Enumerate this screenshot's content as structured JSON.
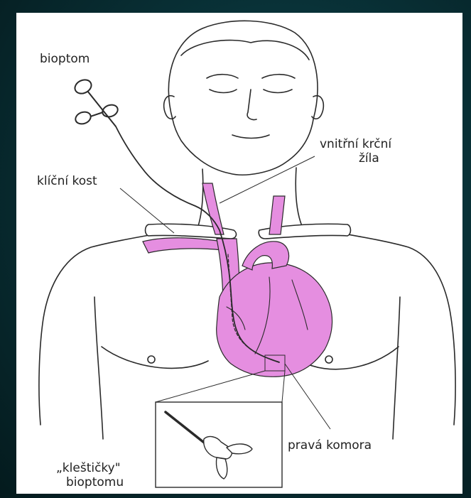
{
  "labels": {
    "bioptom": "bioptom",
    "klicni_kost": "klíční kost",
    "vnitrni_krcni_line1": "vnitřní krční",
    "vnitrni_krcni_line2": "žíla",
    "prava_komora": "pravá komora",
    "klesticky_line1": "„kleštičky\"",
    "klesticky_line2": "bioptomu"
  },
  "colors": {
    "background": "#06282c",
    "panel": "#ffffff",
    "heart": "#e58ee0",
    "outline": "#2a2a2a"
  }
}
